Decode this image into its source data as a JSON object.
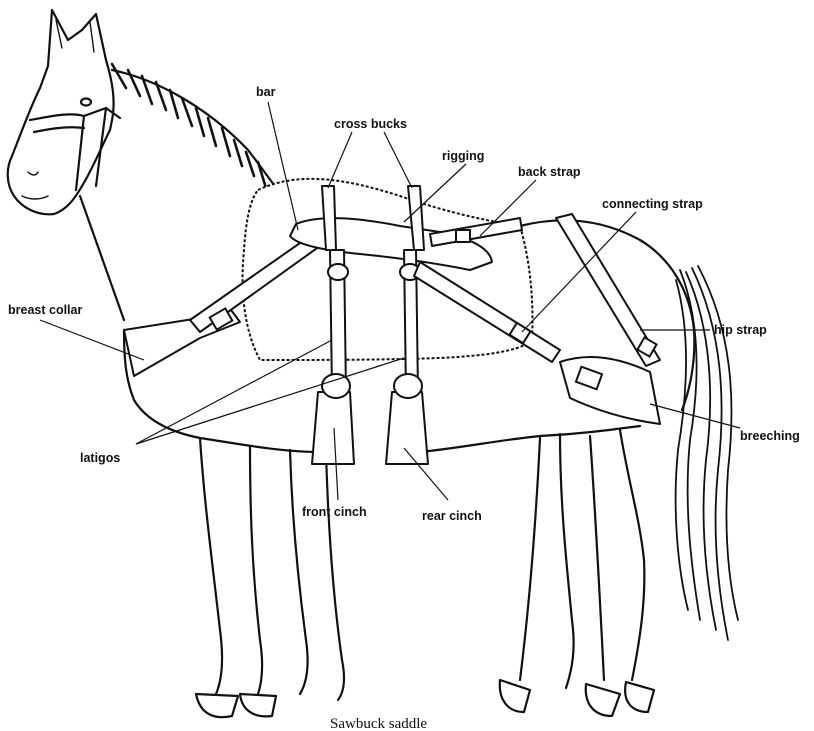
{
  "caption": "Sawbuck saddle",
  "labels": {
    "bar": "bar",
    "cross_bucks": "cross bucks",
    "rigging": "rigging",
    "back_strap": "back strap",
    "connecting_strap": "connecting strap",
    "breast_collar": "breast collar",
    "hip_strap": "hip strap",
    "breeching": "breeching",
    "latigos": "latigos",
    "front_cinch": "front cinch",
    "rear_cinch": "rear cinch"
  }
}
